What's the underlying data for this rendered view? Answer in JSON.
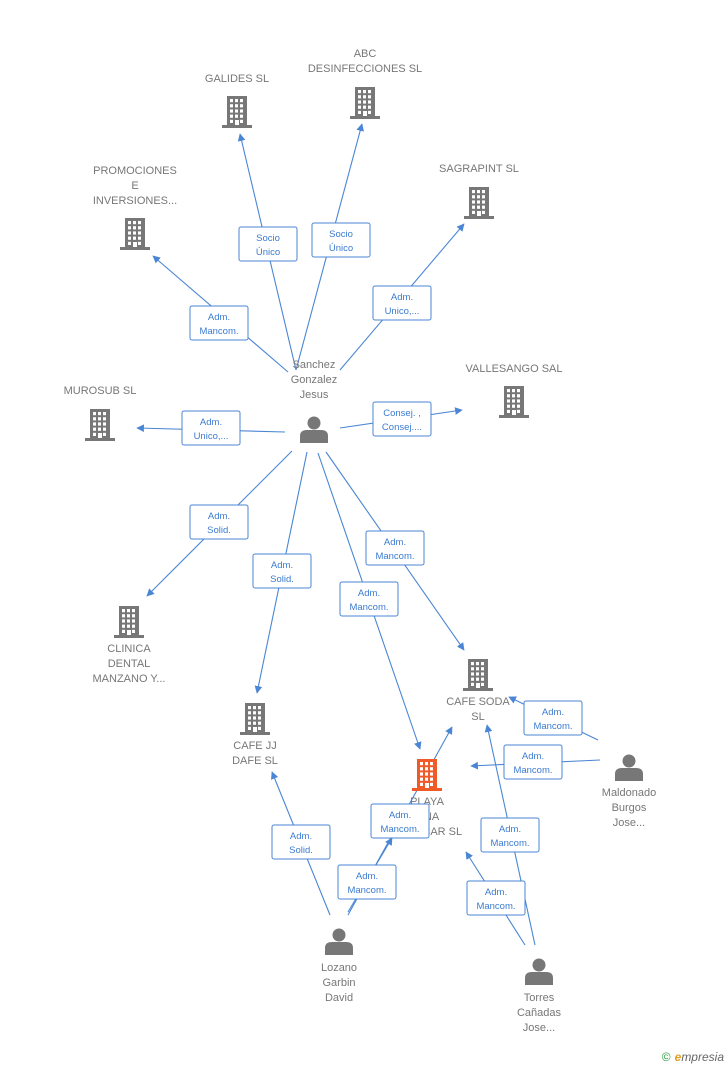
{
  "colors": {
    "edge": "#4a86d4",
    "company": "#777777",
    "company_highlight": "#f05a28",
    "person": "#777777"
  },
  "nodes": [
    {
      "id": "galides",
      "type": "company",
      "lines": [
        "GALIDES  SL"
      ]
    },
    {
      "id": "abc",
      "type": "company",
      "lines": [
        "ABC",
        "DESINFECCIONES SL"
      ]
    },
    {
      "id": "promociones",
      "type": "company",
      "lines": [
        "PROMOCIONES",
        "E",
        "INVERSIONES..."
      ]
    },
    {
      "id": "sagrapint",
      "type": "company",
      "lines": [
        "SAGRAPINT SL"
      ]
    },
    {
      "id": "vallesango",
      "type": "company",
      "lines": [
        "VALLESANGO SAL"
      ]
    },
    {
      "id": "murosub",
      "type": "company",
      "lines": [
        "MUROSUB SL"
      ]
    },
    {
      "id": "clinica",
      "type": "company",
      "lines": [
        "CLINICA",
        "DENTAL",
        "MANZANO Y..."
      ]
    },
    {
      "id": "cafejj",
      "type": "company",
      "lines": [
        "CAFE JJ",
        "DAFE SL"
      ]
    },
    {
      "id": "cafesoda",
      "type": "company",
      "lines": [
        "CAFE SODA",
        "SL"
      ]
    },
    {
      "id": "playa",
      "type": "company",
      "highlight": true,
      "lines": [
        "PLAYA",
        "LINA",
        "MOJACAR  SL"
      ]
    },
    {
      "id": "sanchez",
      "type": "person",
      "lines": [
        "Sanchez",
        "Gonzalez",
        "Jesus"
      ]
    },
    {
      "id": "maldonado",
      "type": "person",
      "lines": [
        "Maldonado",
        "Burgos",
        "Jose..."
      ]
    },
    {
      "id": "lozano",
      "type": "person",
      "lines": [
        "Lozano",
        "Garbin",
        "David"
      ]
    },
    {
      "id": "torres",
      "type": "person",
      "lines": [
        "Torres",
        "Cañadas",
        "Jose..."
      ]
    }
  ],
  "edges": [
    {
      "from": "sanchez",
      "to": "galides",
      "lines": [
        "Socio",
        "Único"
      ]
    },
    {
      "from": "sanchez",
      "to": "abc",
      "lines": [
        "Socio",
        "Único"
      ]
    },
    {
      "from": "sanchez",
      "to": "promociones",
      "lines": [
        "Adm.",
        "Mancom."
      ]
    },
    {
      "from": "sanchez",
      "to": "sagrapint",
      "lines": [
        "Adm.",
        "Unico,..."
      ]
    },
    {
      "from": "sanchez",
      "to": "vallesango",
      "lines": [
        "Consej. ,",
        "Consej...."
      ]
    },
    {
      "from": "sanchez",
      "to": "murosub",
      "lines": [
        "Adm.",
        "Unico,..."
      ]
    },
    {
      "from": "sanchez",
      "to": "clinica",
      "lines": [
        "Adm.",
        "Solid."
      ]
    },
    {
      "from": "sanchez",
      "to": "cafejj",
      "lines": [
        "Adm.",
        "Solid."
      ]
    },
    {
      "from": "sanchez",
      "to": "cafesoda",
      "lines": [
        "Adm.",
        "Mancom."
      ]
    },
    {
      "from": "sanchez",
      "to": "playa",
      "lines": [
        "Adm.",
        "Mancom."
      ]
    },
    {
      "from": "maldonado",
      "to": "cafesoda",
      "lines": [
        "Adm.",
        "Mancom."
      ]
    },
    {
      "from": "maldonado",
      "to": "playa",
      "lines": [
        "Adm.",
        "Mancom."
      ]
    },
    {
      "from": "lozano",
      "to": "cafejj",
      "lines": [
        "Adm.",
        "Solid."
      ]
    },
    {
      "from": "lozano",
      "to": "cafesoda",
      "lines": [
        "Adm.",
        "Mancom."
      ]
    },
    {
      "from": "lozano",
      "to": "playa",
      "lines": [
        "Adm.",
        "Mancom."
      ]
    },
    {
      "from": "torres",
      "to": "cafesoda",
      "lines": [
        "Adm.",
        "Mancom."
      ]
    },
    {
      "from": "torres",
      "to": "playa",
      "lines": [
        "Adm.",
        "Mancom."
      ]
    }
  ],
  "footer": {
    "copyright": "©",
    "brand_initial": "e",
    "brand_rest": "mpresia"
  }
}
